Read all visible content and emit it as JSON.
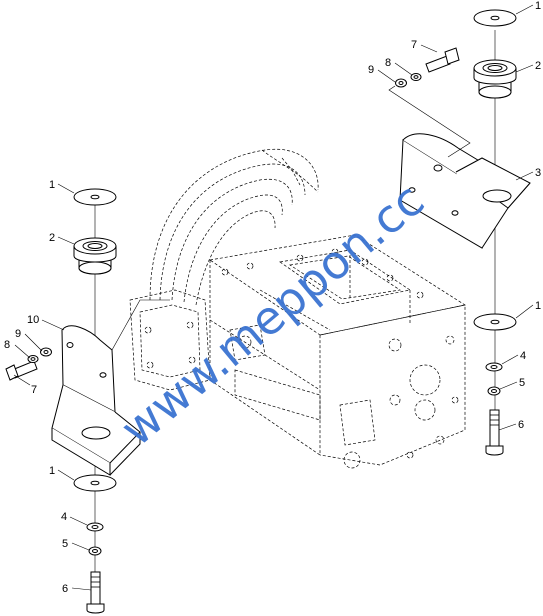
{
  "watermark": "www.meppon.cc",
  "callouts": {
    "right_washer_top": "1",
    "right_mount_top": "2",
    "right_bracket": "3",
    "right_screw": "7",
    "right_lockwasher": "8",
    "right_flatwasher": "9",
    "right_washer_lower": "1",
    "right_small_washer": "4",
    "right_spring_washer": "5",
    "right_bolt": "6",
    "left_washer_top": "1",
    "left_mount_top": "2",
    "left_bracket": "10",
    "left_flatwasher": "9",
    "left_lockwasher": "8",
    "left_screw": "7",
    "left_washer_lower": "1",
    "left_small_washer": "4",
    "left_spring_washer": "5",
    "left_bolt": "6"
  }
}
